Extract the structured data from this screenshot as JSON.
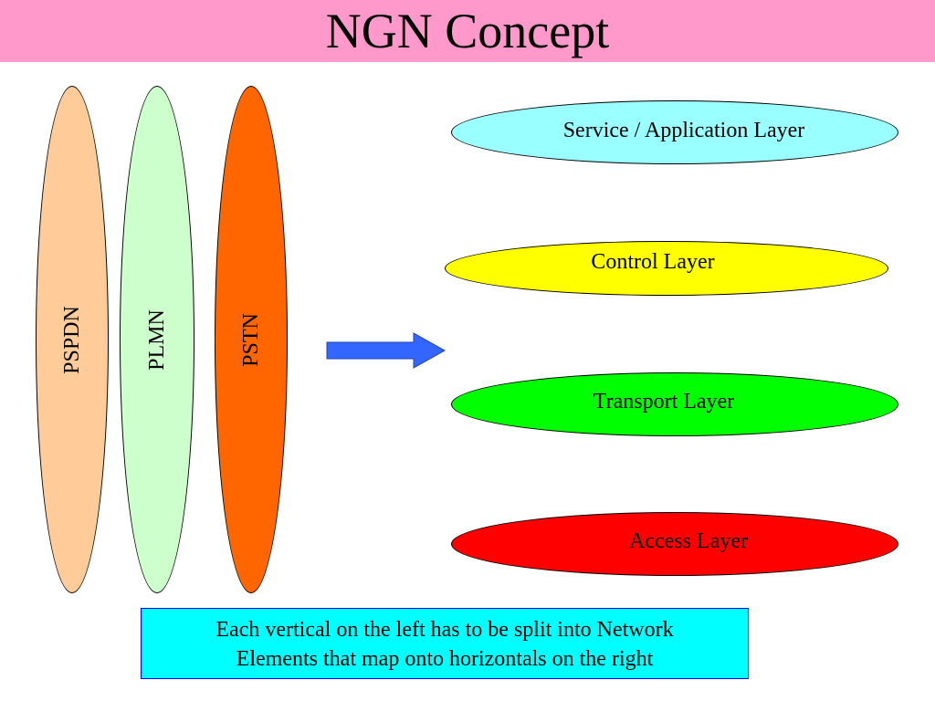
{
  "title": "NGN Concept",
  "verticals": [
    {
      "label": "PSPDN",
      "color": "#ffcc99"
    },
    {
      "label": "PLMN",
      "color": "#ccffcc"
    },
    {
      "label": "PSTN",
      "color": "#ff6600"
    }
  ],
  "horizontals": [
    {
      "label": "Service / Application Layer",
      "color": "#99ffff"
    },
    {
      "label": "Control Layer",
      "color": "#ffff00"
    },
    {
      "label": "Transport Layer",
      "color": "#00ff00"
    },
    {
      "label": "Access Layer",
      "color": "#ff0000"
    }
  ],
  "arrow": {
    "color": "#3366ff"
  },
  "note": {
    "line1": "Each vertical on the left  has to be split into Network",
    "line2": "Elements that map onto horizontals on the right",
    "color": "#00ffff"
  },
  "colors": {
    "title_bar": "#ff99cc",
    "background": "#ffffff"
  }
}
